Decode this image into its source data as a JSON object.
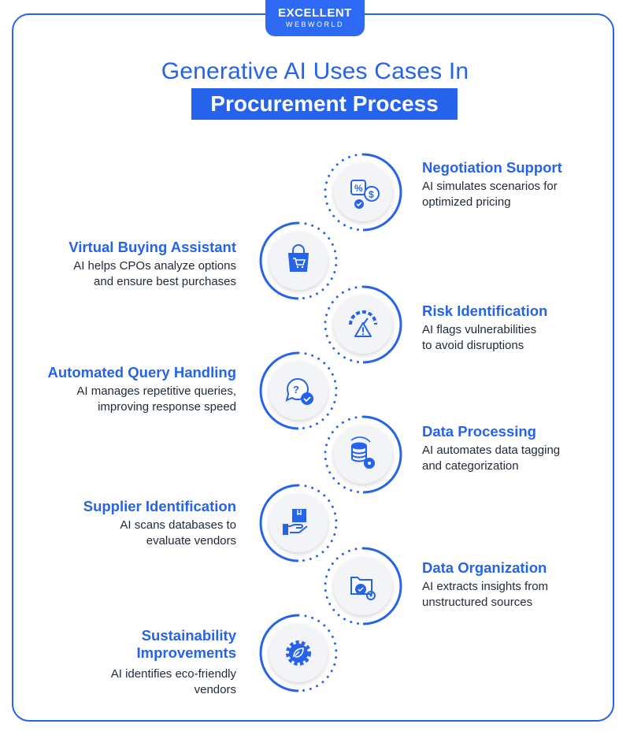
{
  "brand": {
    "line1": "EXCELLENT",
    "line2": "WEBWORLD"
  },
  "title": {
    "line1": "Generative AI Uses Cases In",
    "line2": "Procurement Process"
  },
  "colors": {
    "accent": "#2563eb",
    "text": "#1f2937",
    "icon_bg": "#f2f4f7"
  },
  "items": [
    {
      "title": "Negotiation Support",
      "description_lines": [
        "AI simulates scenarios for",
        "optimized pricing"
      ],
      "icon": "negotiation-icon",
      "side": "right"
    },
    {
      "title": "Virtual Buying Assistant",
      "description_lines": [
        "AI helps CPOs analyze options",
        "and ensure best purchases"
      ],
      "icon": "shopping-bag-icon",
      "side": "left"
    },
    {
      "title": "Risk Identification",
      "description_lines": [
        "AI flags vulnerabilities",
        "to avoid disruptions"
      ],
      "icon": "risk-gauge-icon",
      "side": "right"
    },
    {
      "title": "Automated Query Handling",
      "description_lines": [
        "AI manages repetitive queries,",
        "improving response speed"
      ],
      "icon": "query-bubble-icon",
      "side": "left"
    },
    {
      "title": "Data Processing",
      "description_lines": [
        "AI automates data tagging",
        "and categorization"
      ],
      "icon": "database-gear-icon",
      "side": "right"
    },
    {
      "title": "Supplier Identification",
      "description_lines": [
        "AI scans databases to",
        "evaluate vendors"
      ],
      "icon": "supplier-hand-icon",
      "side": "left"
    },
    {
      "title": "Data Organization",
      "description_lines": [
        "AI extracts insights from",
        "unstructured sources"
      ],
      "icon": "folder-gear-icon",
      "side": "right"
    },
    {
      "title": "Sustainability Improvements",
      "title_lines": [
        "Sustainability",
        "Improvements"
      ],
      "description_lines": [
        "AI identifies eco-friendly",
        "vendors"
      ],
      "icon": "eco-gear-icon",
      "side": "left"
    }
  ]
}
